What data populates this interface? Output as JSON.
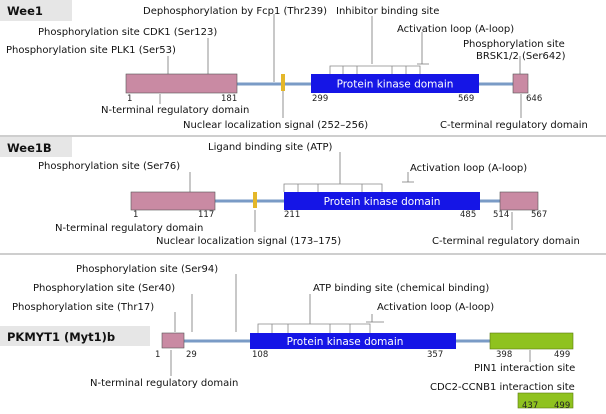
{
  "colors": {
    "regulatory": "#c98aa3",
    "kinase": "#1515e6",
    "nls": "#e4b72a",
    "green": "#8fc21f",
    "backbone": "#7a9bc6",
    "header_bg": "#e6e6e6",
    "divider": "#b0b0b0"
  },
  "wee1": {
    "name": "Wee1",
    "labels": {
      "fcp1": "Dephosphorylation by Fcp1 (Thr239)",
      "cdk1": "Phosphorylation site CDK1 (Ser123)",
      "plk1": "Phosphorylation site PLK1 (Ser53)",
      "inhibitor": "Inhibitor binding site",
      "aloop": "Activation loop (A-loop)",
      "brsk_1": "Phosphorylation site",
      "brsk_2": "BRSK1/2 (Ser642)",
      "nterm": "N-terminal regulatory domain",
      "nls": "Nuclear localization signal (252–256)",
      "cterm": "C-terminal regulatory domain"
    },
    "kinase_label": "Protein kinase domain",
    "positions": {
      "p1": "1",
      "p181": "181",
      "p299": "299",
      "p569": "569",
      "p646": "646"
    }
  },
  "wee1b": {
    "name": "Wee1B",
    "labels": {
      "ligand": "Ligand binding site (ATP)",
      "ser76": "Phosphorylation site (Ser76)",
      "aloop": "Activation loop (A-loop)",
      "nterm": "N-terminal regulatory domain",
      "nls": "Nuclear localization signal (173–175)",
      "cterm": "C-terminal regulatory domain"
    },
    "kinase_label": "Protein kinase domain",
    "positions": {
      "p1": "1",
      "p117": "117",
      "p211": "211",
      "p485": "485",
      "p514": "514",
      "p567": "567"
    }
  },
  "pkmyt1": {
    "name": "PKMYT1 (Myt1)b",
    "labels": {
      "ser94": "Phosphorylation site (Ser94)",
      "ser40": "Phosphorylation site (Ser40)",
      "thr17": "Phosphorylation site (Thr17)",
      "atp": "ATP binding site (chemical binding)",
      "aloop": "Activation loop (A-loop)",
      "nterm": "N-terminal regulatory domain",
      "pin1": "PIN1 interaction site",
      "cdc2": "CDC2-CCNB1 interaction site"
    },
    "kinase_label": "Protein kinase domain",
    "positions": {
      "p1": "1",
      "p29": "29",
      "p108": "108",
      "p357": "357",
      "p398": "398",
      "p499": "499",
      "p437": "437",
      "p499b": "499"
    }
  }
}
